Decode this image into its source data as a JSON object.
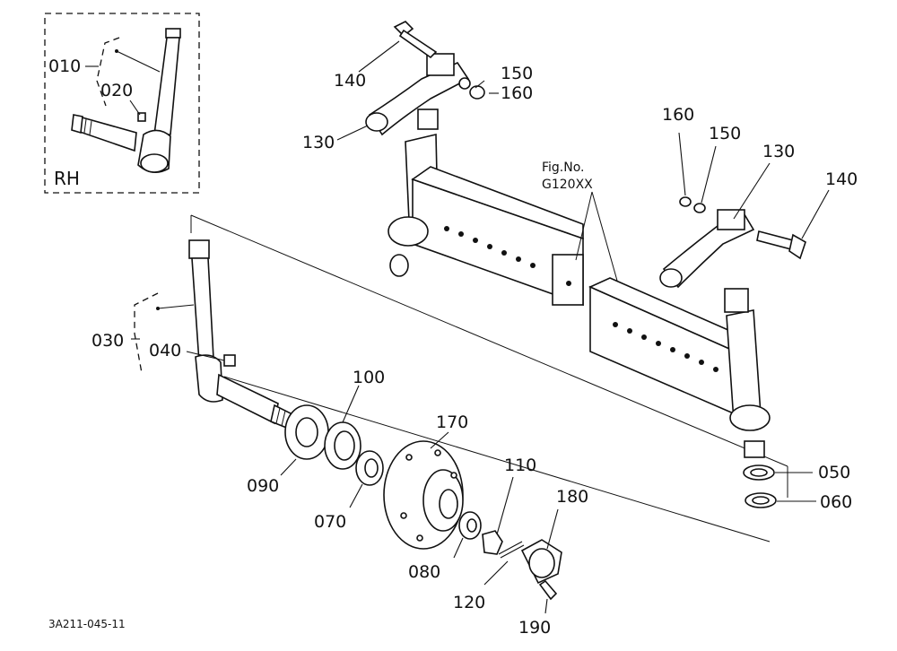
{
  "figure": {
    "inset_label": "RH",
    "fig_ref_line1": "Fig.No.",
    "fig_ref_line2": "G120XX",
    "drawing_code": "3A211-045-11"
  },
  "callouts": {
    "c010": "010",
    "c020": "020",
    "c030": "030",
    "c040": "040",
    "c050": "050",
    "c060": "060",
    "c070": "070",
    "c080": "080",
    "c090": "090",
    "c100": "100",
    "c110": "110",
    "c120": "120",
    "c130_left": "130",
    "c140_left": "140",
    "c150_left": "150",
    "c160_left": "160",
    "c130_right": "130",
    "c140_right": "140",
    "c150_right": "150",
    "c160_right": "160",
    "c170": "170",
    "c180": "180",
    "c190": "190"
  }
}
